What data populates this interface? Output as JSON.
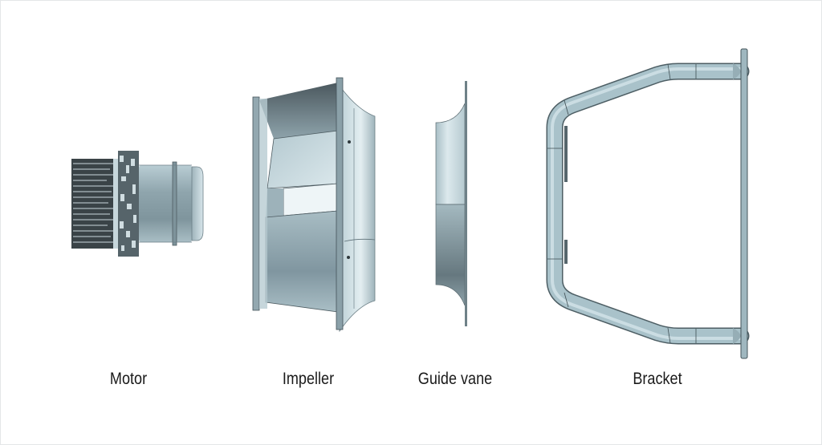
{
  "figure": {
    "components": [
      {
        "id": "motor",
        "label": "Motor"
      },
      {
        "id": "impeller",
        "label": "Impeller"
      },
      {
        "id": "guide_vane",
        "label": "Guide vane"
      },
      {
        "id": "bracket",
        "label": "Bracket"
      }
    ],
    "colors": {
      "background": "#ffffff",
      "metal_light": "#c9dde3",
      "metal_mid": "#9fb7bf",
      "metal_dark": "#5c6e75",
      "edge": "#3d4a50",
      "label_text": "#1a1a1a"
    }
  }
}
